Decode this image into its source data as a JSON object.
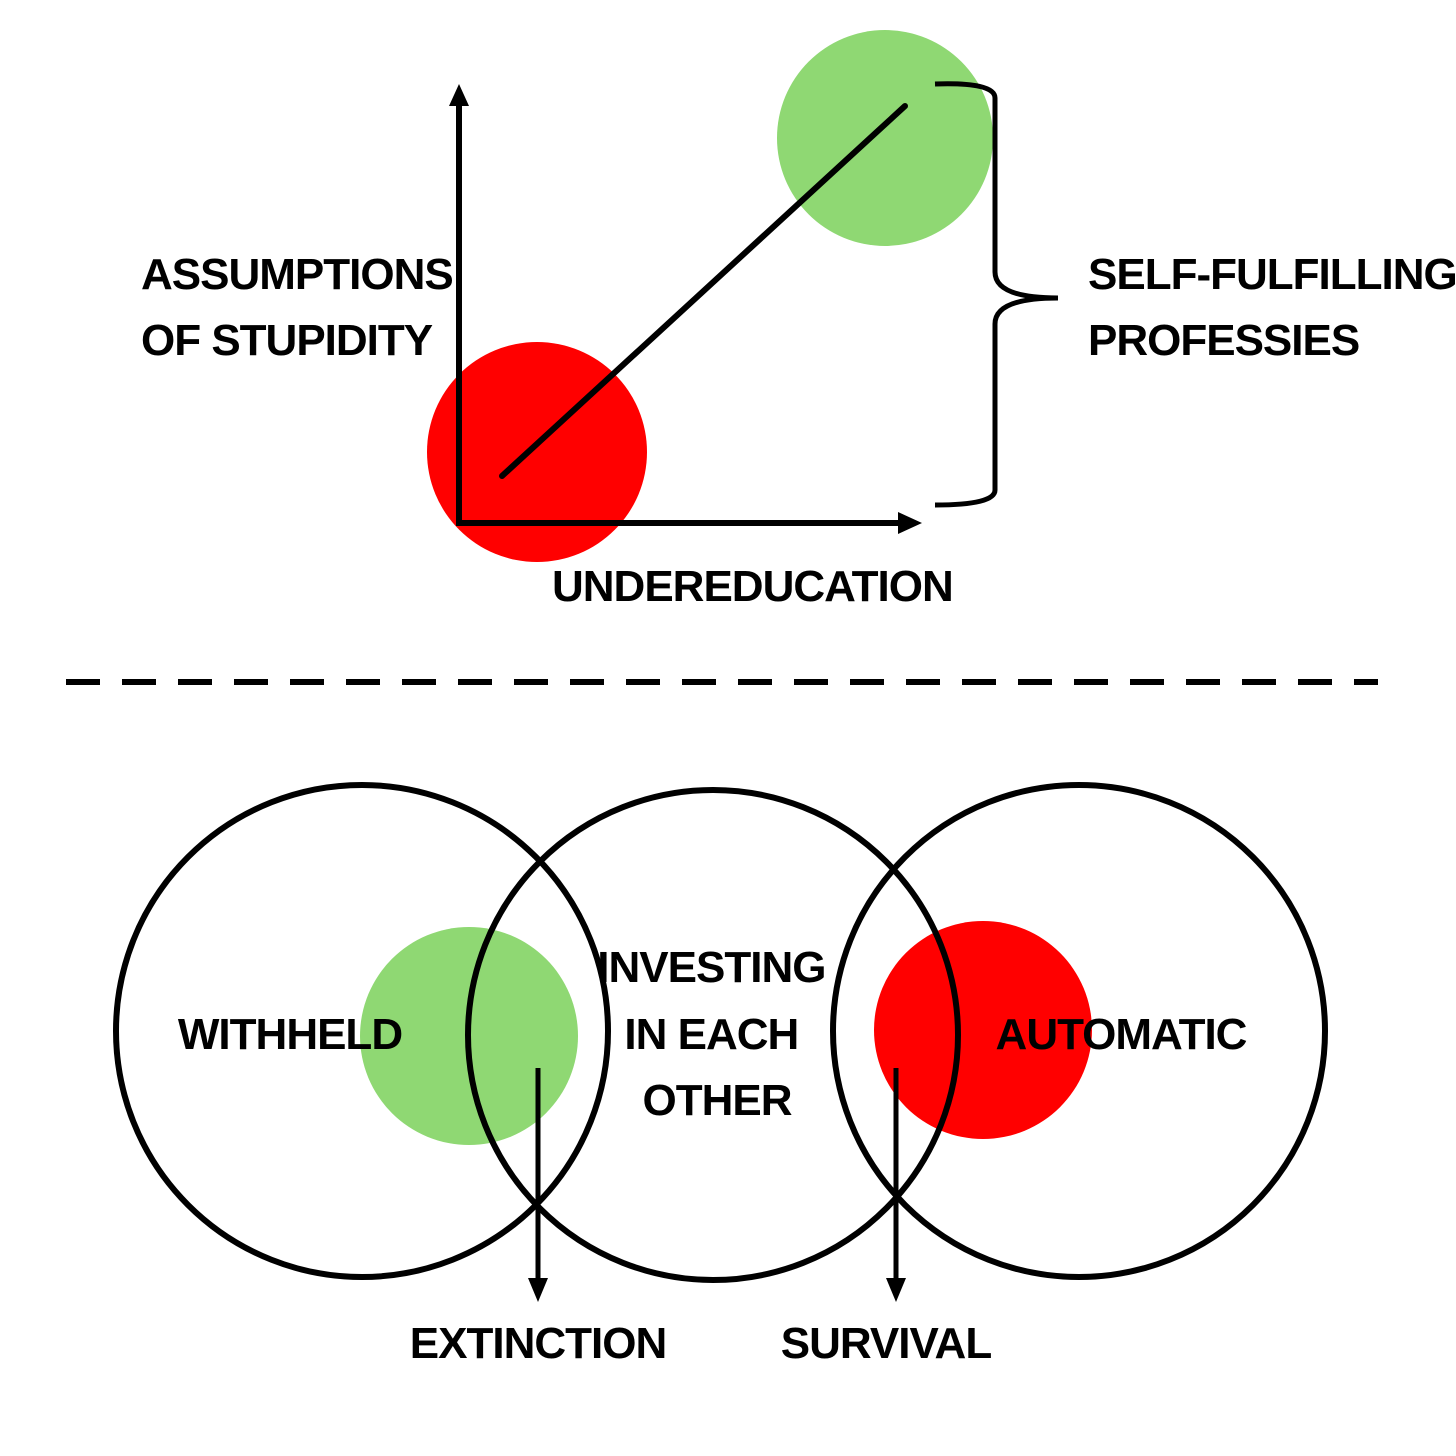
{
  "colors": {
    "green": "#8fd873",
    "red": "#ff0000",
    "ink": "#000000",
    "background": "#ffffff"
  },
  "top_diagram": {
    "y_axis_label": [
      "ASSUMPTIONS",
      "OF STUPIDITY"
    ],
    "x_axis_label": "UNDEREDUCATION",
    "bracket_label": [
      "SELF-FULFILLING",
      "PROFESSIES"
    ]
  },
  "bottom_diagram": {
    "left_circle_label": "WITHHELD",
    "center_circle_label": [
      "INVESTING",
      "IN EACH",
      "OTHER"
    ],
    "right_circle_label": "AUTOMATIC",
    "left_outcome_label": "EXTINCTION",
    "right_outcome_label": "SURVIVAL"
  }
}
